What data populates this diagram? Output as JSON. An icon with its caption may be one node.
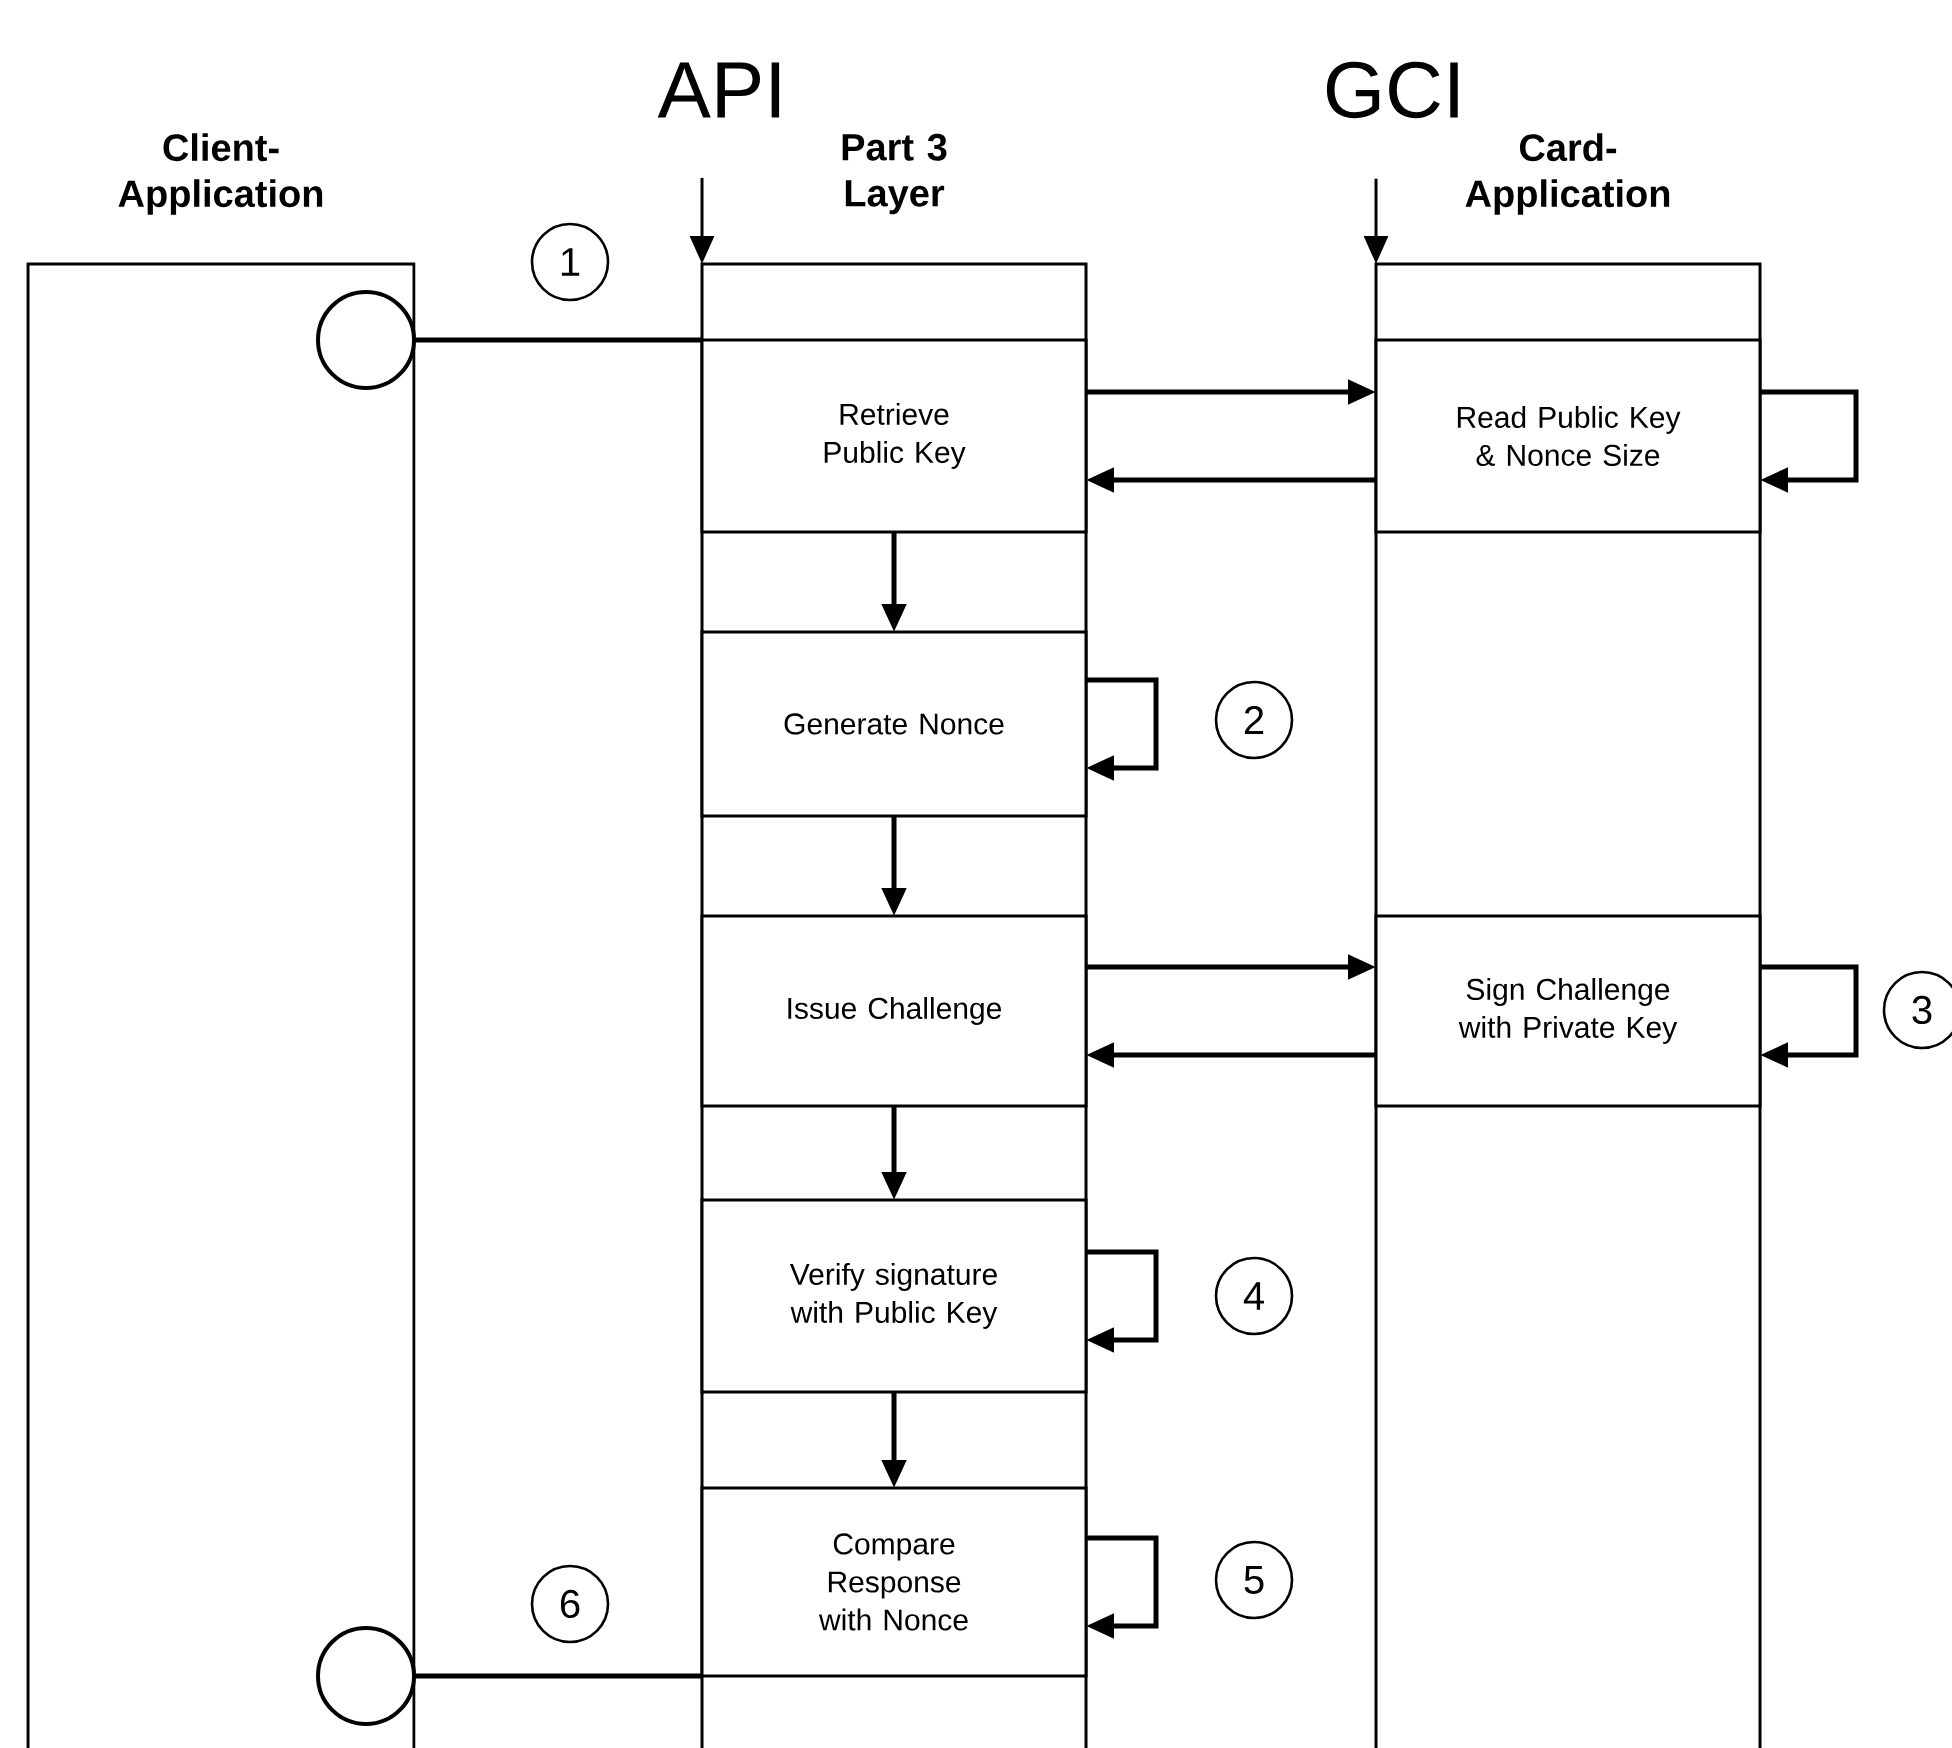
{
  "diagram": {
    "nodes": [
      {
        "text": [
          "Client-Application"
        ]
      },
      {
        "text": [
          "Part 3 Layer"
        ]
      },
      {
        "text": [
          "Card-Application"
        ]
      },
      {
        "text": [
          "Retrieve Public Key"
        ],
        "in": 1
      },
      {
        "text": [
          "Read Public Key & Nonce Size"
        ],
        "in": 2
      },
      {
        "text": [
          "Generate Nonce"
        ],
        "in": 1
      },
      {
        "text": [
          "Issue Challenge"
        ],
        "in": 1
      },
      {
        "text": [
          "Sign Challenge with Private Key"
        ],
        "in": 2
      },
      {
        "text": [
          "Verify signature with Public Key"
        ],
        "in": 1
      },
      {
        "text": [
          "Compare Response with Nonce"
        ],
        "in": 1
      },
      {
        "text": [],
        "shape": "circle",
        "in": 0
      },
      {
        "text": [],
        "shape": "circle",
        "in": 0
      },
      {
        "text": [
          "API"
        ]
      },
      {
        "text": [
          "GCI"
        ]
      }
    ],
    "edges": [
      {
        "from": 12,
        "to": 1,
        "arrow": "to"
      },
      {
        "from": 13,
        "to": 2,
        "arrow": "to"
      },
      {
        "from": 10,
        "to": 3,
        "arrow": "none"
      },
      {
        "from": 3,
        "to": 4,
        "arrow": "to"
      },
      {
        "from": 4,
        "to": 3,
        "arrow": "to"
      },
      {
        "from": 4,
        "to": 4,
        "arrow": "to"
      },
      {
        "from": 3,
        "to": 5,
        "arrow": "to"
      },
      {
        "from": 5,
        "to": 5,
        "arrow": "to"
      },
      {
        "from": 5,
        "to": 6,
        "arrow": "to"
      },
      {
        "from": 6,
        "to": 7,
        "arrow": "to"
      },
      {
        "from": 7,
        "to": 6,
        "arrow": "to"
      },
      {
        "from": 7,
        "to": 7,
        "arrow": "to"
      },
      {
        "from": 6,
        "to": 8,
        "arrow": "to"
      },
      {
        "from": 8,
        "to": 8,
        "arrow": "to"
      },
      {
        "from": 8,
        "to": 9,
        "arrow": "to"
      },
      {
        "from": 9,
        "to": 9,
        "arrow": "to"
      },
      {
        "from": 9,
        "to": 11,
        "arrow": "none"
      }
    ],
    "labels": [
      "1",
      "2",
      "3",
      "4",
      "5",
      "6"
    ]
  }
}
